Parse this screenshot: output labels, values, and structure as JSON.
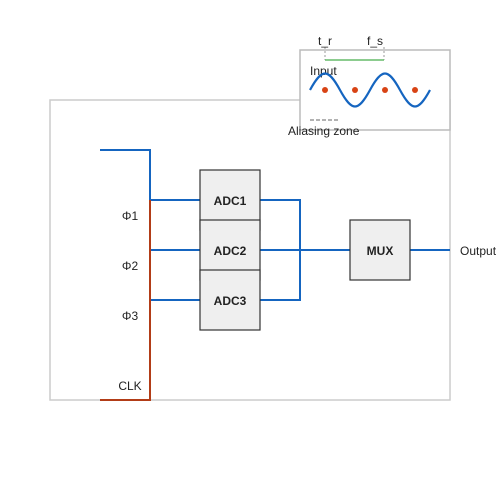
{
  "diagram": {
    "adcs": [
      {
        "label": "ADC1",
        "phase": "Φ1"
      },
      {
        "label": "ADC2",
        "phase": "Φ2"
      },
      {
        "label": "ADC3",
        "phase": "Φ3"
      }
    ],
    "mux_label": "MUX",
    "output_label": "Output",
    "clock_label": "CLK",
    "inset": {
      "signal_label": "Input",
      "tr_label": "t_r",
      "fs_label": "f_s",
      "aliasing_label": "Aliasing zone"
    },
    "colors": {
      "signal": "#1565c0",
      "clock": "#b23c17",
      "sample_dot": "#d84315",
      "fs_bracket": "#66bb6a",
      "box_fill": "#efefef",
      "box_stroke": "#333333",
      "frame": "#cccccc"
    }
  }
}
